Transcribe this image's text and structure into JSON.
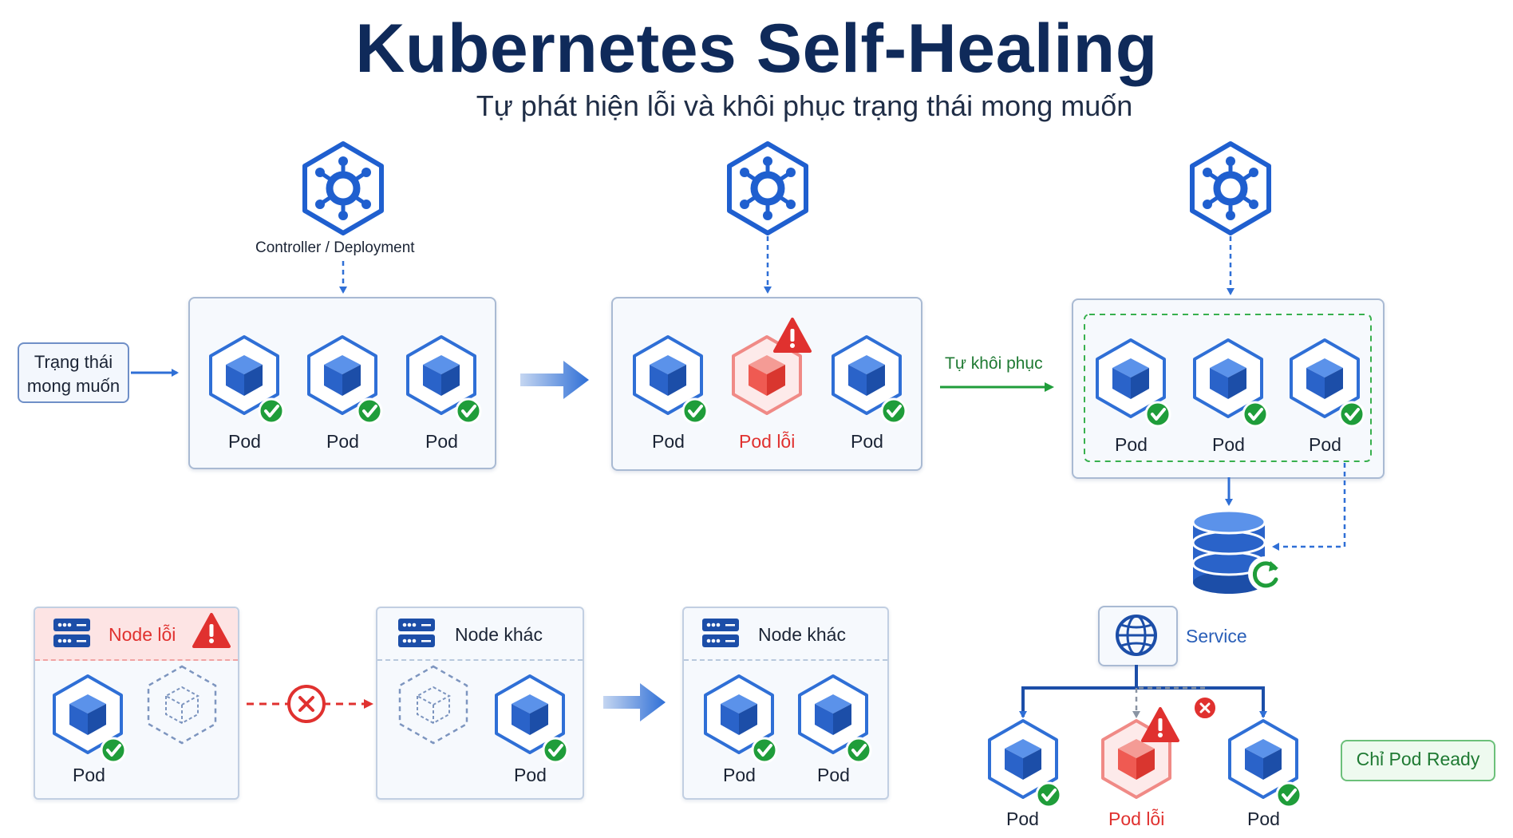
{
  "header": {
    "title": "Kubernetes Self-Healing",
    "subtitle": "Tự phát hiện lỗi và khôi phục trạng thái mong muốn"
  },
  "controller_label": "Controller / Deployment",
  "desired_state_label": [
    "Trạng thái",
    "mong muốn"
  ],
  "self_heal_label": "Tự khôi phục",
  "pod_label": "Pod",
  "failed_pod_label": "Pod lỗi",
  "failed_node_label": "Node lỗi",
  "other_node_label": "Node khác",
  "service_label": "Service",
  "ready_label": "Chỉ Pod Ready",
  "colors": {
    "navy": "#0f2a5a",
    "pod_blue": "#2f6fd6",
    "error_red": "#e0312f",
    "success_green": "#1f9d3a",
    "border": "#a9bad3"
  }
}
